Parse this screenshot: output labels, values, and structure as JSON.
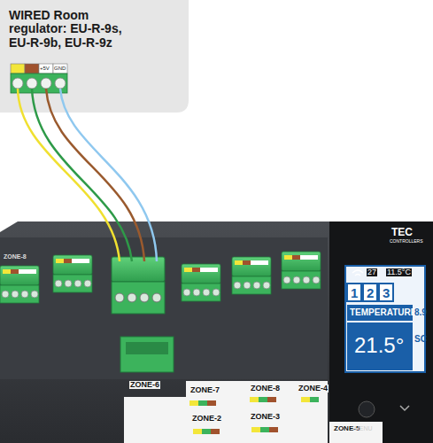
{
  "diagram": {
    "nodes": [
      {
        "text": [
          "WIRED Room regulator: EU-R-9s, EU-R-9b, EU-R-9z"
        ]
      }
    ],
    "labels": [
      "+5V",
      "GND",
      "ZONE-8",
      "ZONE-6",
      "ZONE-7",
      "ZONE-8",
      "ZONE-4",
      "ZONE-2",
      "ZONE-3",
      "ZONE-5",
      "27",
      "11.5°C",
      "1",
      "2",
      "3",
      "TEMPERATURE",
      "8.9",
      "21.5°",
      "SC",
      "MENU",
      "TEC",
      "CONTROLLERS"
    ]
  }
}
